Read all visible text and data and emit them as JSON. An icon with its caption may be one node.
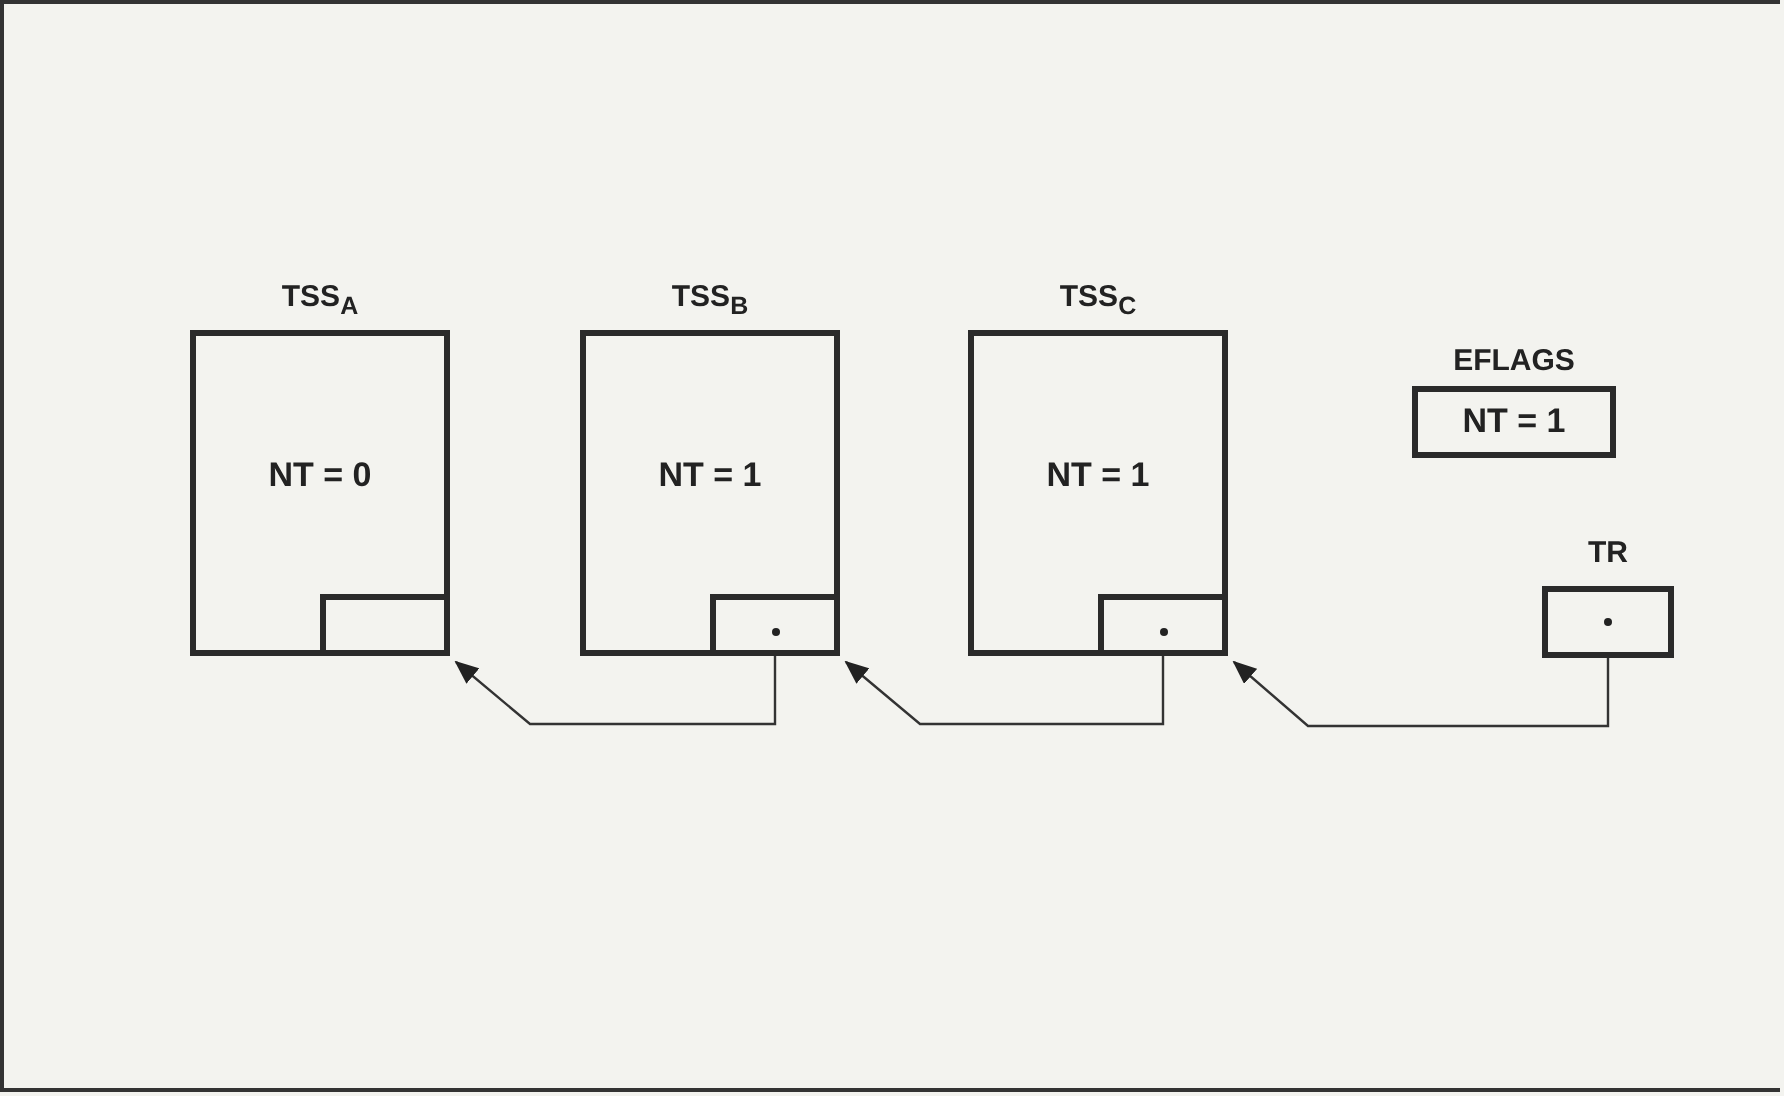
{
  "diagram": {
    "nodes": [
      {
        "text": [
          "TSS$_{A}$",
          "NT = 0"
        ]
      },
      {
        "text": [],
        "shape": "box",
        "in": 0
      },
      {
        "text": [
          "TSS$_{B}$",
          "NT = 1"
        ]
      },
      {
        "text": [],
        "shape": "box",
        "in": 2
      },
      {
        "text": [
          "TSS$_{C}$",
          "NT = 1"
        ]
      },
      {
        "text": [],
        "shape": "box",
        "in": 4
      },
      {
        "text": [
          "EFLAGS",
          "NT = 1"
        ]
      },
      {
        "text": [
          "TR"
        ]
      }
    ],
    "edges": [
      {
        "from": 3,
        "to": 0,
        "arrow": "to"
      },
      {
        "from": 5,
        "to": 2,
        "arrow": "to"
      },
      {
        "from": 7,
        "to": 4,
        "arrow": "to"
      }
    ]
  }
}
